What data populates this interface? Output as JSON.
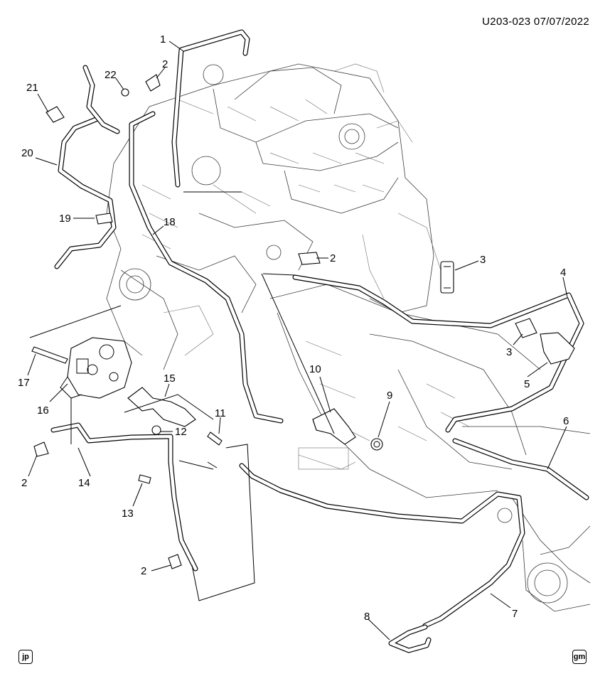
{
  "header": {
    "diagram_id": "U203-023  07/07/2022"
  },
  "corner_badges": {
    "left": "jp",
    "right": "gm"
  },
  "callouts": [
    {
      "label": "1"
    },
    {
      "label": "2"
    },
    {
      "label": "22"
    },
    {
      "label": "21"
    },
    {
      "label": "20"
    },
    {
      "label": "19"
    },
    {
      "label": "18"
    },
    {
      "label": "2"
    },
    {
      "label": "3"
    },
    {
      "label": "4"
    },
    {
      "label": "3"
    },
    {
      "label": "5"
    },
    {
      "label": "17"
    },
    {
      "label": "16"
    },
    {
      "label": "15"
    },
    {
      "label": "10"
    },
    {
      "label": "9"
    },
    {
      "label": "11"
    },
    {
      "label": "12"
    },
    {
      "label": "6"
    },
    {
      "label": "2"
    },
    {
      "label": "14"
    },
    {
      "label": "13"
    },
    {
      "label": "2"
    },
    {
      "label": "7"
    },
    {
      "label": "8"
    }
  ]
}
